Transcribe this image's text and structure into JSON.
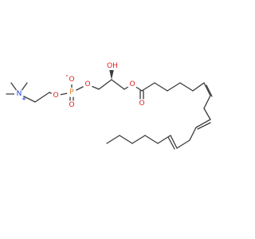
{
  "structure": {
    "colors": {
      "bond": "#3a3a3a",
      "carbon": "#3a3a3a",
      "nitrogen": "#1f3fd6",
      "oxygen": "#e02020",
      "phosphorus": "#e07820"
    },
    "atoms": {
      "n": "N",
      "n_charge": "+",
      "o_ester_choline": "O",
      "p": "P",
      "o_minus": "O",
      "o_minus_charge": "-",
      "o_double": "O",
      "o_glycerol": "O",
      "oh": "OH",
      "o_ester_acyl": "O",
      "o_carbonyl": "O"
    },
    "stereo": "wedge-bond"
  }
}
